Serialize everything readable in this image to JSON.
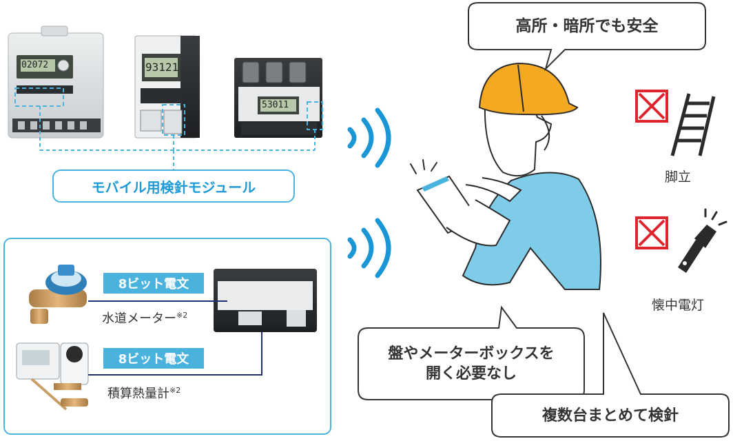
{
  "module_label": "モバイル用検針モジュール",
  "water_meter": {
    "tag": "8ビット電文",
    "label": "水道メーター",
    "note": "※2"
  },
  "heat_meter": {
    "tag": "8ビット電文",
    "label": "積算熱量計",
    "note": "※2"
  },
  "bubble_top": "高所・暗所でも安全",
  "bubble_mid_line1": "盤やメーターボックスを",
  "bubble_mid_line2": "開く必要なし",
  "bubble_bottom": "複数台まとめて検針",
  "no_ladder": "脚立",
  "no_flashlight": "懐中電灯",
  "meter1_display": "02072",
  "meter2_display": "93121",
  "meter3_display": "53011",
  "colors": {
    "accent": "#4ab3dd",
    "accent_text": "#1e9ad6",
    "cross": "#e0242e",
    "helmet": "#f4a922",
    "shirt": "#7fcce9"
  }
}
